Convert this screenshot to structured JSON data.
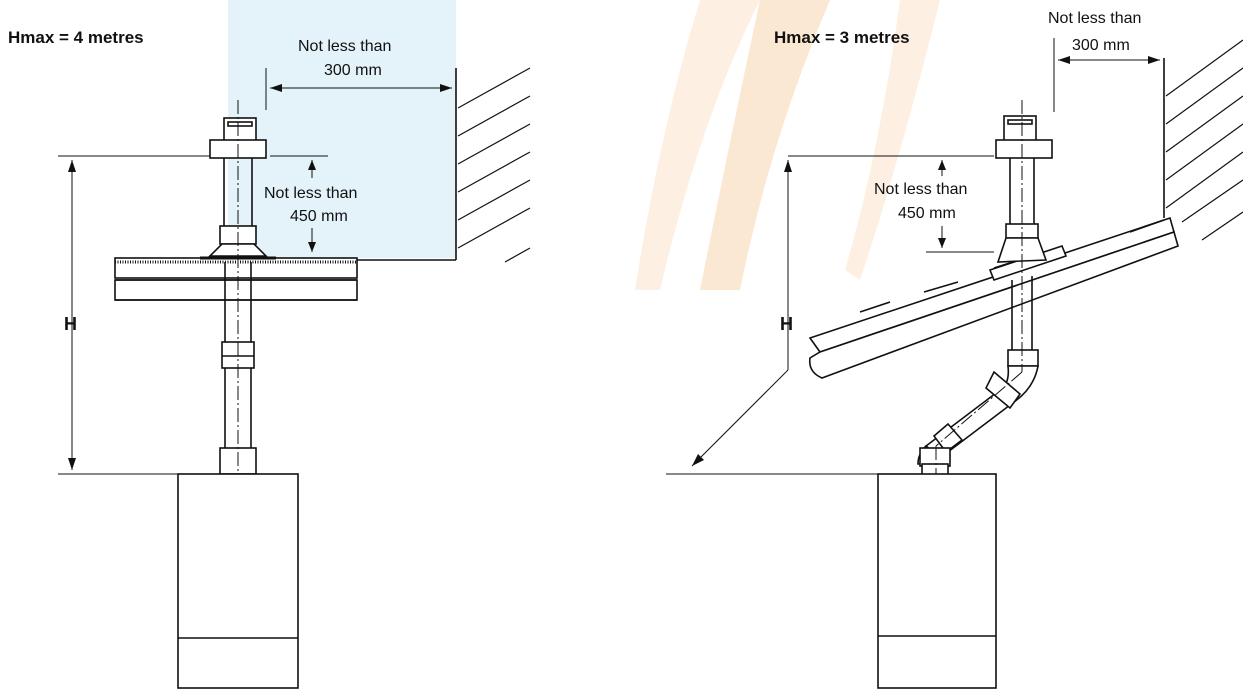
{
  "left": {
    "title": "Hmax = 4 metres",
    "clearance_top_line1": "Not less than",
    "clearance_top_line2": "300 mm",
    "clearance_side_line1": "Not less than",
    "clearance_side_line2": "450 mm",
    "h_label": "H"
  },
  "right": {
    "title": "Hmax = 3 metres",
    "clearance_top_line1": "Not less than",
    "clearance_top_line2": "300 mm",
    "clearance_side_line1": "Not less than",
    "clearance_side_line2": "450 mm",
    "h_label": "H"
  },
  "colors": {
    "line": "#111111",
    "watermark_blue": "#dff0f8",
    "watermark_orange": "#fbe6cf"
  },
  "icons": [
    "flat-roof-flue-diagram",
    "pitched-roof-flue-diagram"
  ]
}
